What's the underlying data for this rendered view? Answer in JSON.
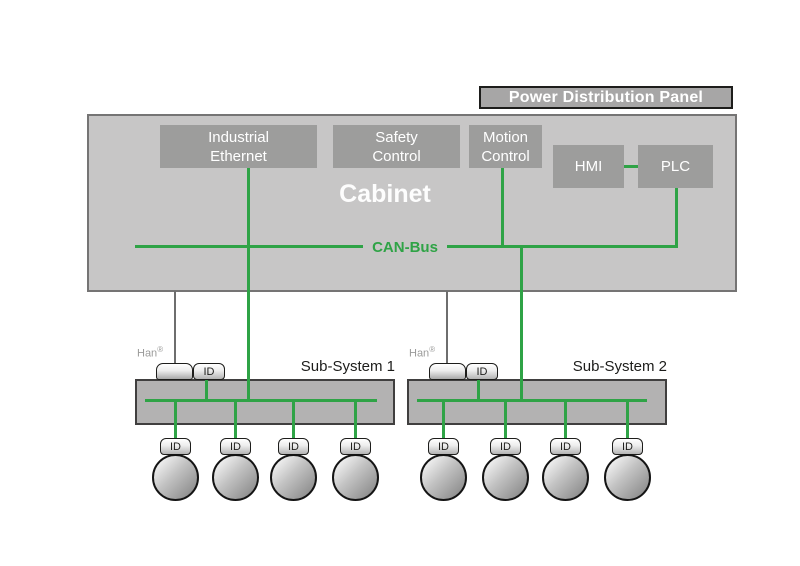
{
  "panel": {
    "title": "Power Distribution Panel"
  },
  "cabinet": {
    "title": "Cabinet",
    "modules": [
      {
        "name": "industrial-ethernet",
        "lines": [
          "Industrial",
          "Ethernet"
        ]
      },
      {
        "name": "safety-control",
        "lines": [
          "Safety",
          "Control"
        ]
      },
      {
        "name": "motion-control",
        "lines": [
          "Motion",
          "Control"
        ]
      },
      {
        "name": "hmi",
        "lines": [
          "HMI"
        ]
      },
      {
        "name": "plc",
        "lines": [
          "PLC"
        ]
      }
    ]
  },
  "bus": {
    "label": "CAN-Bus"
  },
  "subsystems": [
    {
      "label": "Sub-System 1",
      "connector_brand": "Han",
      "registered_mark": "®",
      "id_connector_label": "ID",
      "devices": [
        {
          "port_label": "ID"
        },
        {
          "port_label": "ID"
        },
        {
          "port_label": "ID"
        },
        {
          "port_label": "ID"
        }
      ]
    },
    {
      "label": "Sub-System 2",
      "connector_brand": "Han",
      "registered_mark": "®",
      "id_connector_label": "ID",
      "devices": [
        {
          "port_label": "ID"
        },
        {
          "port_label": "ID"
        },
        {
          "port_label": "ID"
        },
        {
          "port_label": "ID"
        }
      ]
    }
  ],
  "colors": {
    "accent_green": "#2fa346",
    "cabinet_fill": "#c7c6c6",
    "module_fill": "#9d9d9c",
    "header_fill": "#a7a6a6",
    "subsystem_fill": "#b3b2b2",
    "wire_gray": "#6e6e6e",
    "text_white": "#ffffff",
    "text_dark": "#1d1d1b",
    "han_text_gray": "#9b9b9a"
  }
}
